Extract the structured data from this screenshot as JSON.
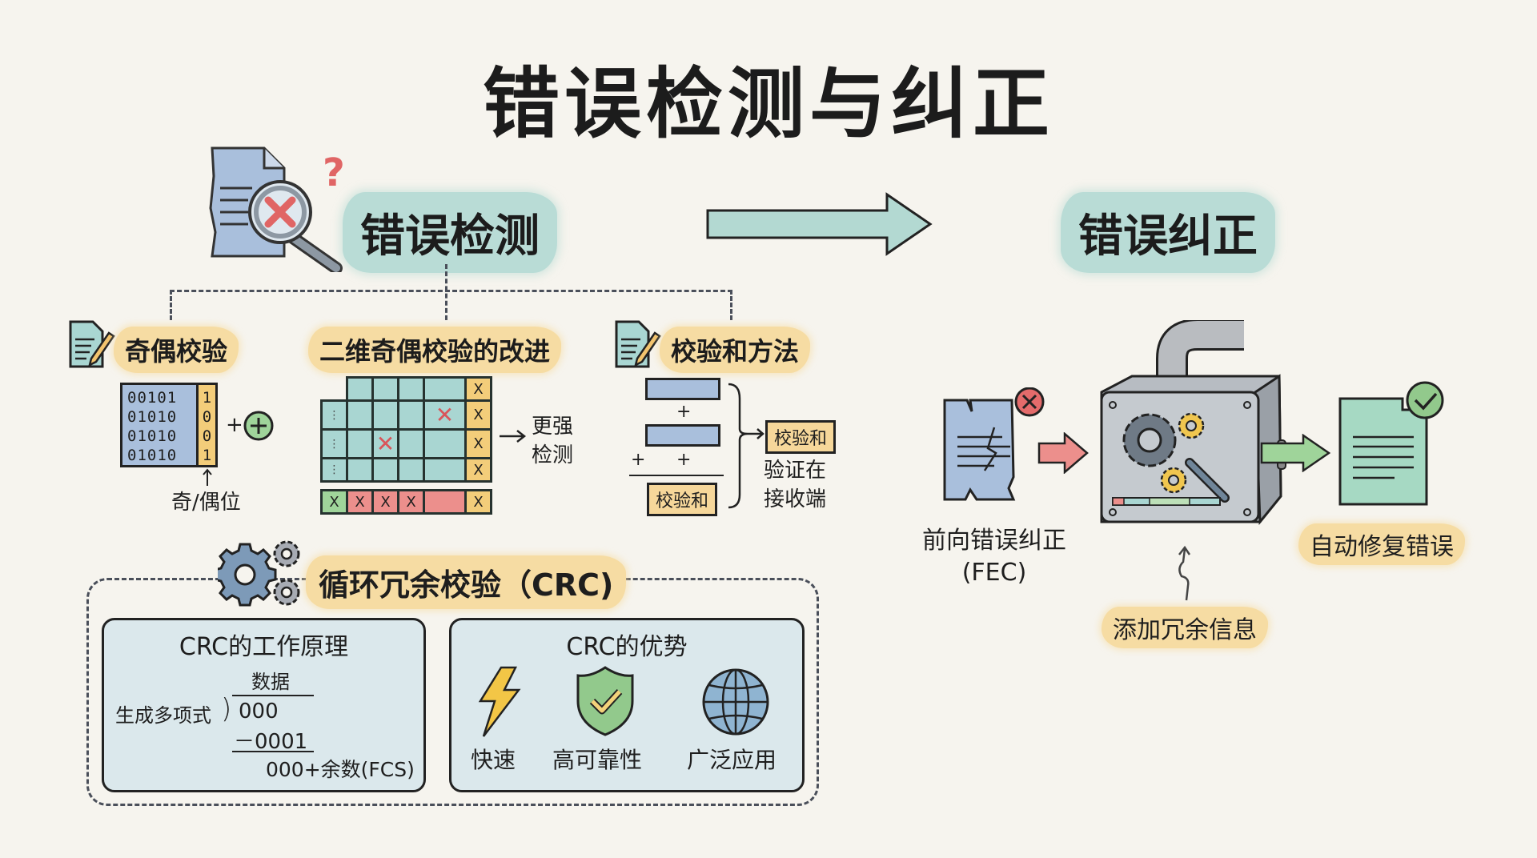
{
  "title": "错误检测与纠正",
  "detection": {
    "heading": "错误检测",
    "icon": "magnifier-document-error-icon",
    "parity": {
      "heading": "奇偶校验",
      "rows": [
        "00101",
        "01010",
        "01010",
        "01010"
      ],
      "parity_bits": [
        "1",
        "0",
        "0",
        "1"
      ],
      "plus": "+",
      "parity_label": "奇/偶位"
    },
    "parity2d": {
      "heading": "二维奇偶校验的改进",
      "x_mark": "X",
      "result": [
        "更强",
        "检测"
      ]
    },
    "checksum": {
      "heading": "校验和方法",
      "plus": "+",
      "sum_label": "校验和",
      "result_tag": "校验和",
      "result_text": [
        "验证在",
        "接收端"
      ]
    },
    "crc": {
      "heading": "循环冗余校验（CRC)",
      "principle": {
        "title": "CRC的工作原理",
        "data_label": "数据",
        "divisor_label": "生成多项式",
        "dividend": "000",
        "subtract": "－0001",
        "remainder": "000+余数(FCS)"
      },
      "advantages": {
        "title": "CRC的优势",
        "items": [
          {
            "icon": "lightning-icon",
            "label": "快速"
          },
          {
            "icon": "shield-check-icon",
            "label": "高可靠性"
          },
          {
            "icon": "globe-icon",
            "label": "广泛应用"
          }
        ]
      }
    }
  },
  "correction": {
    "heading": "错误纠正",
    "fec_label": [
      "前向错误纠正",
      "(FEC)"
    ],
    "redundancy_label": "添加冗余信息",
    "result_label": "自动修复错误"
  },
  "colors": {
    "teal": "#b9dcd6",
    "yellow": "#f6dca3",
    "blue": "#a9bfdc",
    "red": "#e46b6b",
    "green": "#9fd49a",
    "background": "#f6f4ee"
  }
}
